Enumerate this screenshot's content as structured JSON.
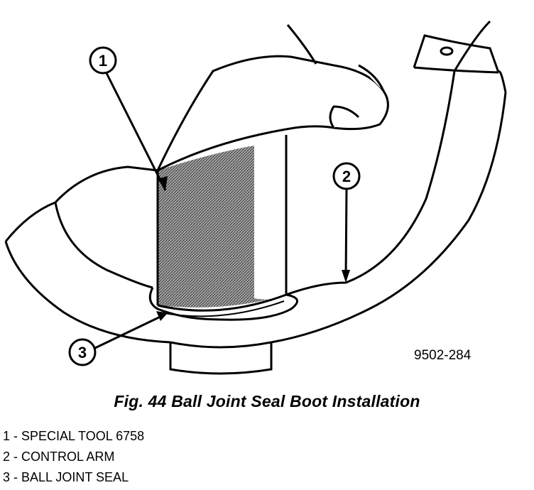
{
  "figure": {
    "code": "9502-284",
    "caption": "Fig. 44 Ball Joint Seal Boot Installation"
  },
  "callouts": [
    {
      "number": "1",
      "label": "SPECIAL TOOL 6758"
    },
    {
      "number": "2",
      "label": "CONTROL ARM"
    },
    {
      "number": "3",
      "label": "BALL JOINT SEAL"
    }
  ],
  "legend": [
    "1 - SPECIAL TOOL 6758",
    "2 - CONTROL ARM",
    "3 - BALL JOINT SEAL"
  ]
}
